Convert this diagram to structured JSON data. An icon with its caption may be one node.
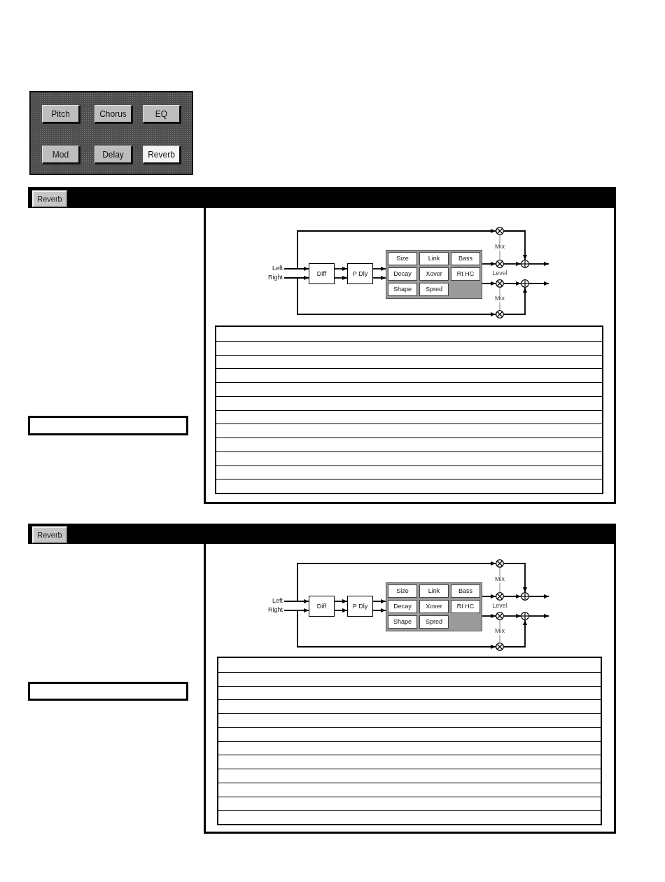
{
  "diagram": {
    "nodes": [
      {
        "text": [],
        "shape": "box"
      },
      {
        "text": [
          "Pitch"
        ],
        "in": 0
      },
      {
        "text": [
          "Chorus"
        ],
        "in": 0
      },
      {
        "text": [
          "EQ"
        ],
        "in": 0
      },
      {
        "text": [
          "Mod"
        ],
        "in": 0
      },
      {
        "text": [
          "Delay"
        ],
        "in": 0
      },
      {
        "text": [
          "Reverb"
        ],
        "in": 0
      },
      {
        "text": [],
        "shape": "bar"
      },
      {
        "text": [
          "Reverb"
        ],
        "in": 7
      },
      {
        "text": [],
        "shape": "box"
      },
      {
        "text": [
          "Left"
        ],
        "in": 9
      },
      {
        "text": [
          "Right"
        ],
        "in": 9
      },
      {
        "text": [
          "Diff"
        ],
        "in": 9
      },
      {
        "text": [
          "P Dly"
        ],
        "in": 9
      },
      {
        "text": [],
        "shape": "box",
        "in": 9
      },
      {
        "text": [
          "Size"
        ],
        "in": 14
      },
      {
        "text": [
          "Link"
        ],
        "in": 14
      },
      {
        "text": [
          "Bass"
        ],
        "in": 14
      },
      {
        "text": [
          "Decay"
        ],
        "in": 14
      },
      {
        "text": [
          "Xover"
        ],
        "in": 14
      },
      {
        "text": [
          "Rt HC"
        ],
        "in": 14
      },
      {
        "text": [
          "Shape"
        ],
        "in": 14
      },
      {
        "text": [
          "Spred"
        ],
        "in": 14
      },
      {
        "text": [],
        "shape": "circle",
        "in": 9
      },
      {
        "text": [
          "Mix"
        ],
        "in": 9
      },
      {
        "text": [],
        "shape": "circle",
        "in": 9
      },
      {
        "text": [],
        "shape": "circle",
        "in": 9
      },
      {
        "text": [
          "Mix"
        ],
        "in": 9
      },
      {
        "text": [],
        "shape": "circle",
        "in": 9
      },
      {
        "text": [],
        "shape": "circle",
        "in": 9
      },
      {
        "text": [],
        "shape": "circle",
        "in": 9
      },
      {
        "text": [],
        "shape": "table",
        "in": 9
      },
      {
        "text": [],
        "shape": "box"
      },
      {
        "text": [],
        "shape": "bar"
      },
      {
        "text": [
          "Reverb"
        ],
        "in": 33
      },
      {
        "text": [],
        "shape": "box"
      },
      {
        "text": [
          "Left"
        ],
        "in": 35
      },
      {
        "text": [
          "Right"
        ],
        "in": 35
      },
      {
        "text": [
          "Diff"
        ],
        "in": 35
      },
      {
        "text": [
          "P Dly"
        ],
        "in": 35
      },
      {
        "text": [],
        "shape": "box",
        "in": 35
      },
      {
        "text": [
          "Size"
        ],
        "in": 40
      },
      {
        "text": [
          "Link"
        ],
        "in": 40
      },
      {
        "text": [
          "Bass"
        ],
        "in": 40
      },
      {
        "text": [
          "Decay"
        ],
        "in": 40
      },
      {
        "text": [
          "Xover"
        ],
        "in": 40
      },
      {
        "text": [
          "Rt HC"
        ],
        "in": 40
      },
      {
        "text": [
          "Shape"
        ],
        "in": 40
      },
      {
        "text": [
          "Spred"
        ],
        "in": 40
      },
      {
        "text": [],
        "shape": "circle",
        "in": 35
      },
      {
        "text": [
          "Mix"
        ],
        "in": 35
      },
      {
        "text": [],
        "shape": "circle",
        "in": 35
      },
      {
        "text": [],
        "shape": "circle",
        "in": 35
      },
      {
        "text": [
          "Mix"
        ],
        "in": 35
      },
      {
        "text": [],
        "shape": "circle",
        "in": 35
      },
      {
        "text": [],
        "shape": "circle",
        "in": 35
      },
      {
        "text": [],
        "shape": "circle",
        "in": 35
      },
      {
        "text": [],
        "shape": "table",
        "in": 35
      },
      {
        "text": [],
        "shape": "box"
      }
    ],
    "edges": [
      {
        "from": 10,
        "to": 12,
        "arrow": "to"
      },
      {
        "from": 11,
        "to": 12,
        "arrow": "to"
      },
      {
        "from": 10,
        "to": 23,
        "arrow": "to"
      },
      {
        "from": 11,
        "to": 28,
        "arrow": "to"
      },
      {
        "from": 12,
        "to": 13,
        "arrow": "to"
      },
      {
        "from": 12,
        "to": 13,
        "arrow": "to"
      },
      {
        "from": 13,
        "to": 14,
        "arrow": "to"
      },
      {
        "from": 13,
        "to": 14,
        "arrow": "to"
      },
      {
        "from": 14,
        "to": 25,
        "arrow": "to"
      },
      {
        "from": 14,
        "to": 26,
        "arrow": "to"
      },
      {
        "from": 23,
        "to": 29,
        "arrow": "to"
      },
      {
        "from": 25,
        "to": 29,
        "arrow": "to"
      },
      {
        "from": 26,
        "to": 30,
        "arrow": "to"
      },
      {
        "from": 28,
        "to": 30,
        "arrow": "to"
      },
      {
        "from": 29,
        "to": null,
        "arrow": "to"
      },
      {
        "from": 30,
        "to": null,
        "arrow": "to"
      },
      {
        "from": 24,
        "to": 23,
        "arrow": "none",
        "color": "#808080"
      },
      {
        "from": 24,
        "to": 25,
        "arrow": "none",
        "color": "#808080"
      },
      {
        "from": 27,
        "to": 26,
        "arrow": "none",
        "color": "#808080"
      },
      {
        "from": 27,
        "to": 28,
        "arrow": "none",
        "color": "#808080"
      },
      {
        "from": 36,
        "to": 38,
        "arrow": "to"
      },
      {
        "from": 37,
        "to": 38,
        "arrow": "to"
      },
      {
        "from": 36,
        "to": 49,
        "arrow": "to"
      },
      {
        "from": 37,
        "to": 54,
        "arrow": "to"
      },
      {
        "from": 38,
        "to": 39,
        "arrow": "to"
      },
      {
        "from": 38,
        "to": 39,
        "arrow": "to"
      },
      {
        "from": 39,
        "to": 40,
        "arrow": "to"
      },
      {
        "from": 39,
        "to": 40,
        "arrow": "to"
      },
      {
        "from": 40,
        "to": 51,
        "arrow": "to"
      },
      {
        "from": 40,
        "to": 52,
        "arrow": "to"
      },
      {
        "from": 49,
        "to": 55,
        "arrow": "to"
      },
      {
        "from": 51,
        "to": 55,
        "arrow": "to"
      },
      {
        "from": 52,
        "to": 56,
        "arrow": "to"
      },
      {
        "from": 54,
        "to": 56,
        "arrow": "to"
      },
      {
        "from": 55,
        "to": null,
        "arrow": "to"
      },
      {
        "from": 56,
        "to": null,
        "arrow": "to"
      },
      {
        "from": 50,
        "to": 49,
        "arrow": "none",
        "color": "#808080"
      },
      {
        "from": 50,
        "to": 51,
        "arrow": "none",
        "color": "#808080"
      },
      {
        "from": 53,
        "to": 52,
        "arrow": "none",
        "color": "#808080"
      },
      {
        "from": 53,
        "to": 54,
        "arrow": "none",
        "color": "#808080"
      }
    ],
    "labels": [
      "Level",
      "Level"
    ]
  }
}
